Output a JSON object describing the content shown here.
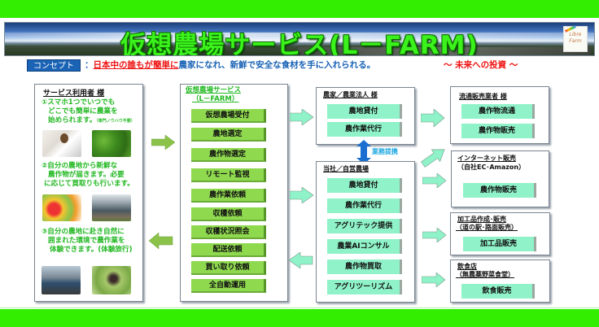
{
  "banner": {
    "title": "仮想農場サービス(L－FARM)",
    "logo_text": "Libre Farm"
  },
  "concept": {
    "label": "コンセプト",
    "colon": "：",
    "highlight": "日本中の誰もが簡単に",
    "text": "農家になれ、新鮮で安全な食材を手に入れられる。",
    "future": "～ 未来への投資 ～"
  },
  "users_panel": {
    "title": "サービス利用者 様",
    "items": [
      {
        "lines": [
          "①スマホ1つでいつでも",
          "どこでも簡単に農業を",
          "始められます。"
        ],
        "note": "（専門ノウハウ不要）"
      },
      {
        "lines": [
          "②自分の農地から新鮮な",
          "農作物が届きます。必要",
          "に応じて買取りも行います。"
        ]
      },
      {
        "lines": [
          "③自分の農地に赴き自然に",
          "囲まれた環境で農作業を",
          "体験できます。(体験旅行)"
        ]
      }
    ],
    "photos": [
      "woman-with-smartphone",
      "leafy-crops",
      "vegetables",
      "delivery-truck",
      "train-station",
      "person-farming"
    ]
  },
  "service_panel": {
    "title_line1": "仮想農場サービス",
    "title_line2": "（L－FARM）",
    "buttons": [
      "仮想農場受付",
      "農地選定",
      "農作物選定",
      "リモート監視",
      "農作業依頼",
      "収穫依頼",
      "収穫状況照会",
      "配送依頼",
      "買い取り依頼",
      "全自動運用"
    ]
  },
  "farmer_panel": {
    "title": "農家／農業法人 様",
    "buttons": [
      "農地貸付",
      "農作業代行"
    ]
  },
  "partnership": {
    "label": "業務提携",
    "color": "#1a6fd0"
  },
  "own_farm_panel": {
    "title": "当社／自営農場",
    "buttons": [
      "農地貸付",
      "農作業代行",
      "アグリテック提供",
      "農業AIコンサル",
      "農作物買取",
      "アグリツーリズム"
    ]
  },
  "right_panels": [
    {
      "title_lines": [
        "流通販売業者 様"
      ],
      "buttons": [
        "農作物流通",
        "農作物販売"
      ]
    },
    {
      "title_lines": [
        "インターネット販売",
        "（自社EC･Amazon）"
      ],
      "buttons": [
        "農作物販売"
      ]
    },
    {
      "title_lines": [
        "加工品作成･販売",
        "（道の駅･路面販売）"
      ],
      "buttons": [
        "加工品販売"
      ]
    },
    {
      "title_lines": [
        "飲食店",
        "（無農薬野菜食堂）"
      ],
      "buttons": [
        "飲食販売"
      ]
    }
  ],
  "colors": {
    "accent_green": "#33ee00",
    "service_button": "#8fd94f",
    "mint_button": "#8ff2c8",
    "concept_blue": "#1a63b5",
    "concept_red": "#ee1111",
    "user_text_green": "#22b822"
  }
}
